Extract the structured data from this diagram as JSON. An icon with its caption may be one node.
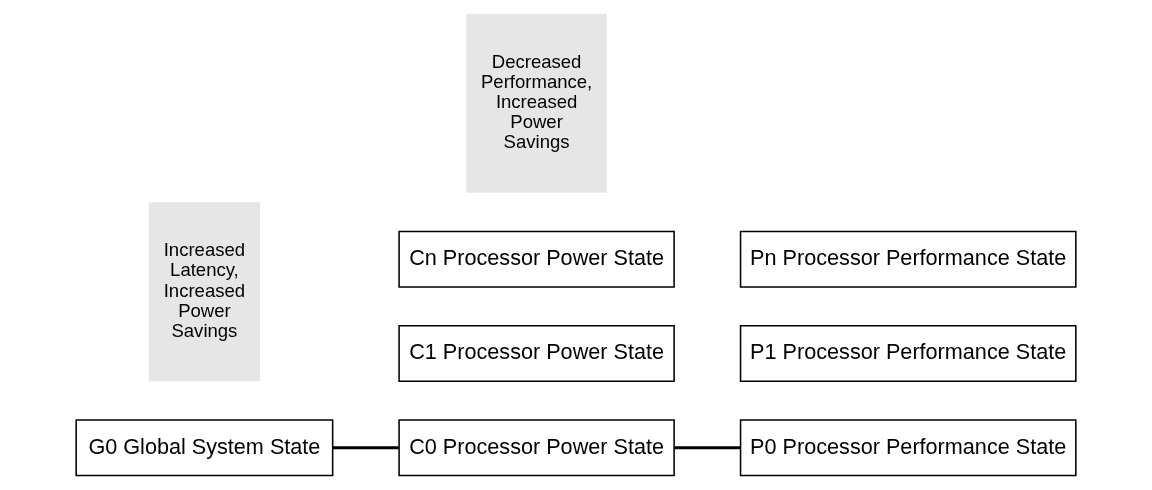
{
  "diagram": {
    "nodes": [
      {
        "text": [
          "G0 Global System State"
        ]
      },
      {
        "text": [
          "C0 Processor Power State"
        ]
      },
      {
        "text": [
          "C1 Processor Power State"
        ]
      },
      {
        "text": [
          "Cn Processor Power State"
        ]
      },
      {
        "text": [
          "P0 Processor Performance State"
        ]
      },
      {
        "text": [
          "P1 Processor Performance State"
        ]
      },
      {
        "text": [
          "Pn Processor Performance State"
        ]
      }
    ],
    "edges": [
      {
        "from": 0,
        "to": 1,
        "arrow": "none"
      },
      {
        "from": 1,
        "to": 4,
        "arrow": "none"
      }
    ],
    "labels": [
      "Increased Latency, Increased Power Savings",
      "Decreased Performance, Increased Power Savings"
    ]
  }
}
